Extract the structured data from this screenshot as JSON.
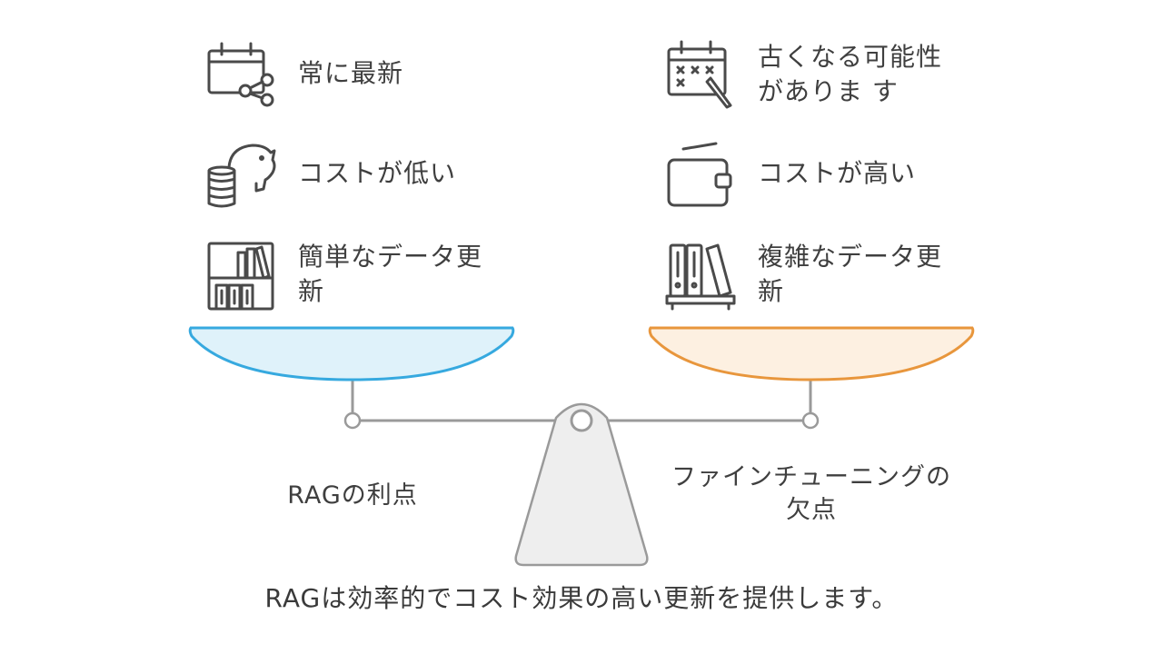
{
  "left": {
    "title": "RAGの利点",
    "items": [
      {
        "label": "常に最新",
        "icon": "calendar-share-icon"
      },
      {
        "label": "コストが低い",
        "icon": "piggy-bank-coins-icon"
      },
      {
        "label": "簡単なデータ更新",
        "icon": "bookshelf-icon"
      }
    ],
    "pan_color": "#dff2fa",
    "pan_stroke": "#36a9df"
  },
  "right": {
    "title": "ファインチューニングの欠点",
    "items": [
      {
        "label": "古くなる可能性がありま す",
        "icon": "calendar-crossed-icon"
      },
      {
        "label": "コストが高い",
        "icon": "wallet-icon"
      },
      {
        "label": "複雑なデータ更新",
        "icon": "binders-icon"
      }
    ],
    "pan_color": "#fdf0e1",
    "pan_stroke": "#e8963c"
  },
  "caption": "RAGは効率的でコスト効果の高い更新を提供します。"
}
